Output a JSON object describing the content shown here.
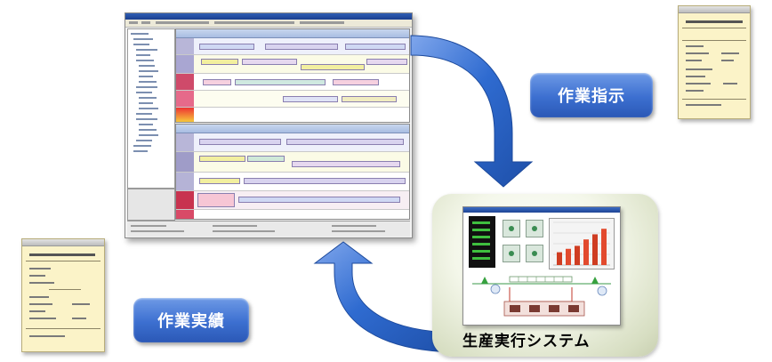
{
  "labels": {
    "work_instruction": "作業指示",
    "work_results": "作業実績",
    "mes_system": "生産実行システム"
  },
  "colors": {
    "pill_blue": "#3c6fd0",
    "arrow_blue": "#2f6bd0",
    "sheet_yellow": "#fbf3c8",
    "mes_panel": "#e8eed6"
  },
  "icons": {
    "down_arrow": "curved-arrow-down-icon",
    "up_arrow": "curved-arrow-up-icon"
  },
  "mes_chart": {
    "type": "bar",
    "values": [
      30,
      38,
      45,
      60,
      72,
      85
    ]
  }
}
